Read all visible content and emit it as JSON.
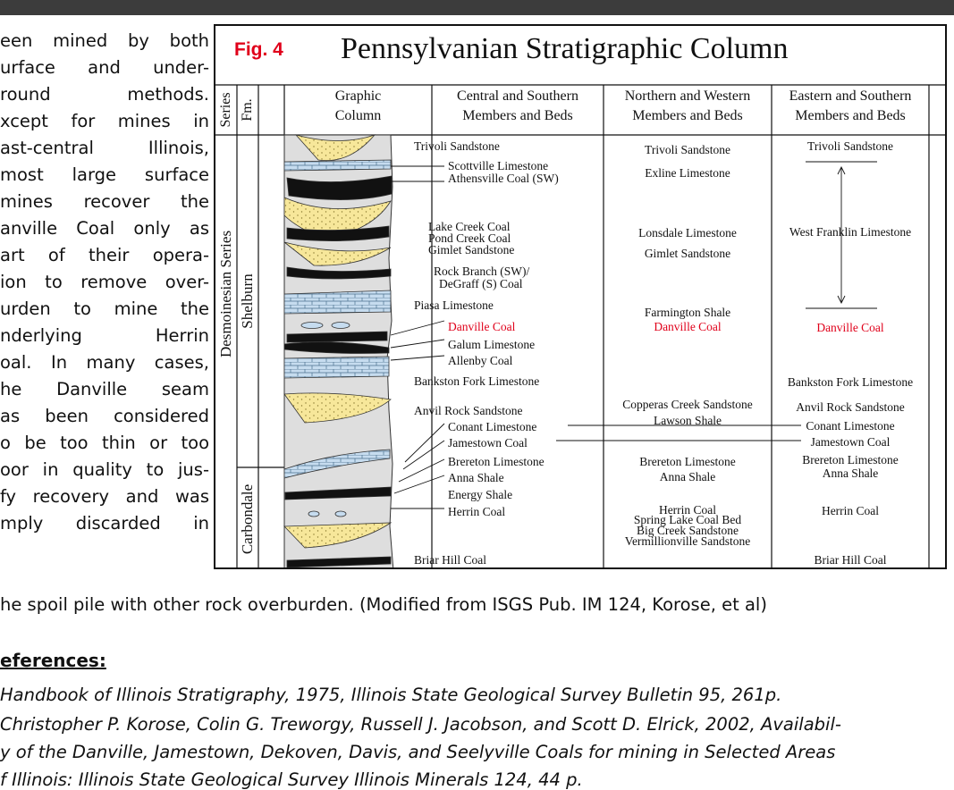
{
  "paragraph": {
    "lines": [
      "een mined by both",
      "urface and under-",
      "round        methods.",
      "xcept for mines in",
      "ast-central  Illinois,",
      "most large surface",
      "mines  recover  the",
      "anville Coal only as",
      "art of their opera-",
      "ion to remove over-",
      "urden to mine the",
      "nderlying      Herrin",
      "oal. In many cases,",
      "he   Danville   seam",
      "as been considered",
      "o be too thin or too",
      "oor in quality to jus-",
      "fy recovery and was",
      "mply  discarded  in"
    ],
    "full_line": "he spoil pile with other rock overburden. (Modified from ISGS Pub. IM 124, Korose, et al)"
  },
  "references": {
    "heading": "eferences:",
    "lines": [
      "Handbook of Illinois Stratigraphy, 1975, Illinois State Geological Survey Bulletin 95, 261p.",
      "Christopher P. Korose, Colin G. Treworgy, Russell J. Jacobson, and Scott D. Elrick, 2002, Availabil-",
      "y of the Danville, Jamestown, Dekoven, Davis, and Seelyville Coals for mining in Selected Areas",
      "f Illinois: Illinois State Geological Survey Illinois Minerals 124, 44 p."
    ]
  },
  "figure": {
    "number": "Fig. 4",
    "title": "Pennsylvanian Stratigraphic Column",
    "headers": {
      "series": "Series",
      "fm": "Fm.",
      "graphic": [
        "Graphic",
        "Column"
      ],
      "central": [
        "Central and Southern",
        "Members and Beds"
      ],
      "northern": [
        "Northern and Western",
        "Members and Beds"
      ],
      "eastern": [
        "Eastern and Southern",
        "Members and Beds"
      ]
    },
    "series_label": "Desmoinesian Series",
    "formations": [
      "Shelburn",
      "Carbondale"
    ],
    "colors": {
      "accent": "#e0001a",
      "sandstone": "#f7e79a",
      "limestone": "#c6dcef",
      "shale": "#d3d3d3",
      "coal": "#111111"
    },
    "central": [
      "Trivoli Sandstone",
      "Scottville Limestone",
      "Athensville Coal (SW)",
      "Lake Creek Coal",
      "Pond Creek Coal",
      "Gimlet Sandstone",
      "Rock Branch (SW)/",
      "DeGraff (S) Coal",
      "Piasa Limestone",
      "Danville Coal",
      "Galum Limestone",
      "Allenby Coal",
      "Bankston Fork Limestone",
      "Anvil Rock Sandstone",
      "Conant Limestone",
      "Jamestown Coal",
      "Brereton Limestone",
      "Anna Shale",
      "Energy Shale",
      "Herrin Coal",
      "Briar Hill Coal"
    ],
    "northern": [
      "Trivoli Sandstone",
      "Exline Limestone",
      "Lonsdale Limestone",
      "Gimlet Sandstone",
      "Farmington Shale",
      "Danville Coal",
      "Copperas Creek Sandstone",
      "Lawson Shale",
      "Brereton Limestone",
      "Anna Shale",
      "Herrin Coal",
      "Spring Lake Coal Bed",
      "Big Creek Sandstone",
      "Vermillionville Sandstone"
    ],
    "eastern": [
      "Trivoli Sandstone",
      "West Franklin Limestone",
      "Danville Coal",
      "Bankston Fork Limestone",
      "Anvil Rock Sandstone",
      "Conant Limestone",
      "Jamestown Coal",
      "Brereton Limestone",
      "Anna Shale",
      "Herrin Coal",
      "Briar Hill Coal"
    ]
  }
}
